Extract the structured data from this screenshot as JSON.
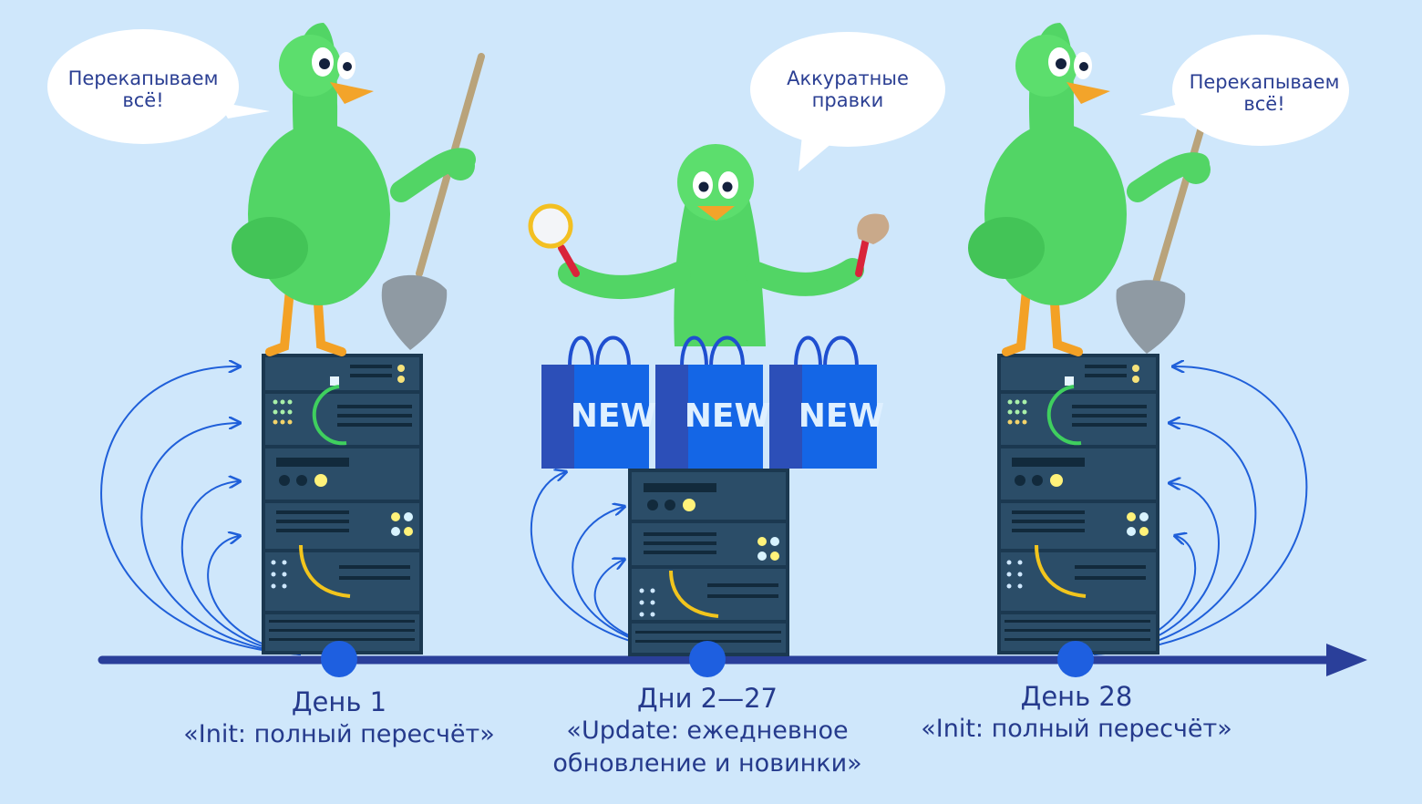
{
  "title": "",
  "stages": [
    {
      "bubble_line1": "Перекапываем",
      "bubble_line2": "всё!",
      "day": "День 1",
      "caption_line1": "«Init: полный пересчёт»",
      "caption_line2": ""
    },
    {
      "bubble_line1": "Аккуратные",
      "bubble_line2": "правки",
      "day": "Дни 2—27",
      "caption_line1": "«Update: ежедневное",
      "caption_line2": "обновление и новинки»"
    },
    {
      "bubble_line1": "Перекапываем",
      "bubble_line2": "всё!",
      "day": "День 28",
      "caption_line1": "«Init: полный пересчёт»",
      "caption_line2": ""
    }
  ],
  "bag_label": "NEW",
  "colors": {
    "background": "#cfe7fb",
    "timeline": "#2a3f9a",
    "marker": "#1e5fe0",
    "server": "#24465e",
    "duck": "#5fdc6a",
    "bag": "#1466e6",
    "text": "#253a8c"
  }
}
